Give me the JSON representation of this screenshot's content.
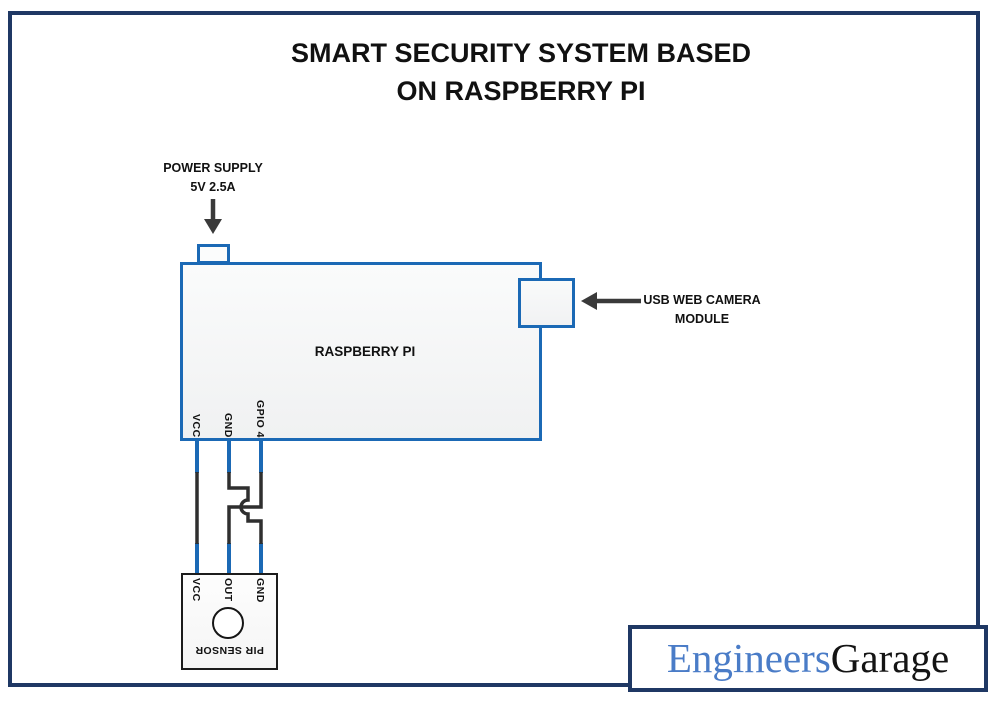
{
  "title": {
    "line1": "SMART SECURITY SYSTEM BASED",
    "line2": "ON RASPBERRY PI"
  },
  "power_supply": {
    "line1": "POWER SUPPLY",
    "line2": "5V 2.5A"
  },
  "usb_camera": {
    "line1": "USB WEB CAMERA",
    "line2": "MODULE"
  },
  "raspberry_pi": {
    "label": "RASPBERRY PI",
    "pins": [
      "VCC",
      "GND",
      "GPIO 4"
    ]
  },
  "pir_sensor": {
    "label": "PIR SENSOR",
    "pins": [
      "VCC",
      "OUT",
      "GND"
    ]
  },
  "logo": {
    "part1": "Engineers",
    "part2": "Garage"
  },
  "colors": {
    "frame_navy": "#1f3864",
    "box_border_blue": "#1b69b5",
    "wire_blue": "#1b69b5",
    "wire_dark": "#2f2f2f",
    "arrow_dark": "#3a3a3a",
    "logo_blue": "#4a7cc7",
    "logo_black": "#141414"
  }
}
